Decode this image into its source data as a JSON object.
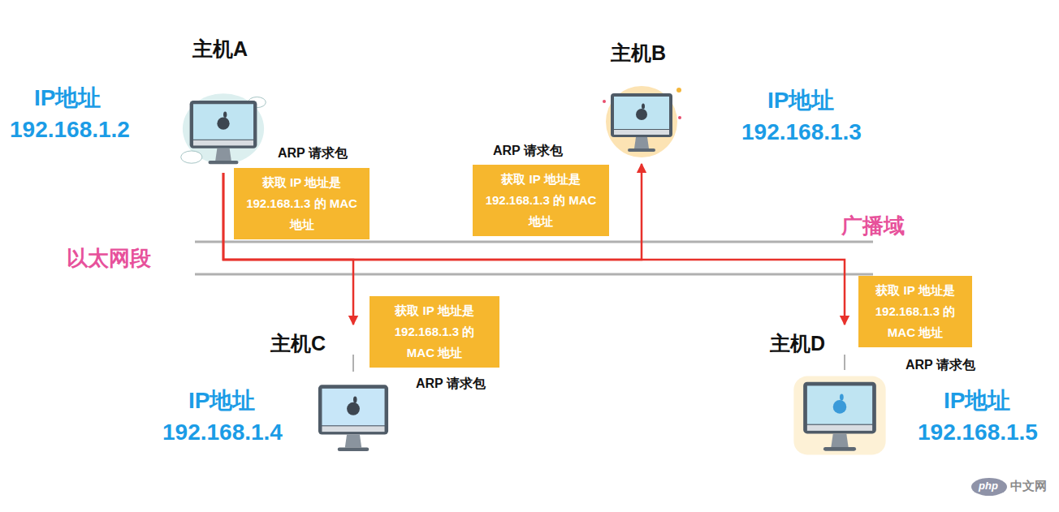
{
  "diagram": {
    "nodes": [
      {
        "text": [
          "主机A"
        ]
      },
      {
        "text": [
          "ARP 请求包",
          "获取 IP 地址是 192.168.1.3 的 MAC 地址"
        ]
      },
      {
        "text": [
          "ARP 请求包",
          "获取 IP 地址是 192.168.1.3 的 MAC 地址"
        ]
      },
      {
        "text": [
          "主机B"
        ]
      },
      {
        "text": [
          "主机C"
        ]
      },
      {
        "text": [
          "ARP 请求包",
          "获取 IP 地址是 192.168.1.3 的 MAC 地址"
        ]
      },
      {
        "text": [
          "ARP 请求包",
          "获取 IP 地址是 192.168.1.3 的 MAC 地址"
        ]
      },
      {
        "text": [
          "主机D"
        ]
      }
    ],
    "edges": [
      {
        "from": 0,
        "to": 3,
        "arrow": "to"
      },
      {
        "from": 0,
        "to": 4,
        "arrow": "to"
      },
      {
        "from": 0,
        "to": 7,
        "arrow": "to"
      }
    ],
    "labels": [
      "IP地址",
      "192.168.1.2",
      "IP地址",
      "192.168.1.3",
      "以太网段",
      "广播域",
      "IP地址",
      "192.168.1.4",
      "IP地址",
      "192.168.1.5",
      "php",
      "中文网"
    ]
  }
}
